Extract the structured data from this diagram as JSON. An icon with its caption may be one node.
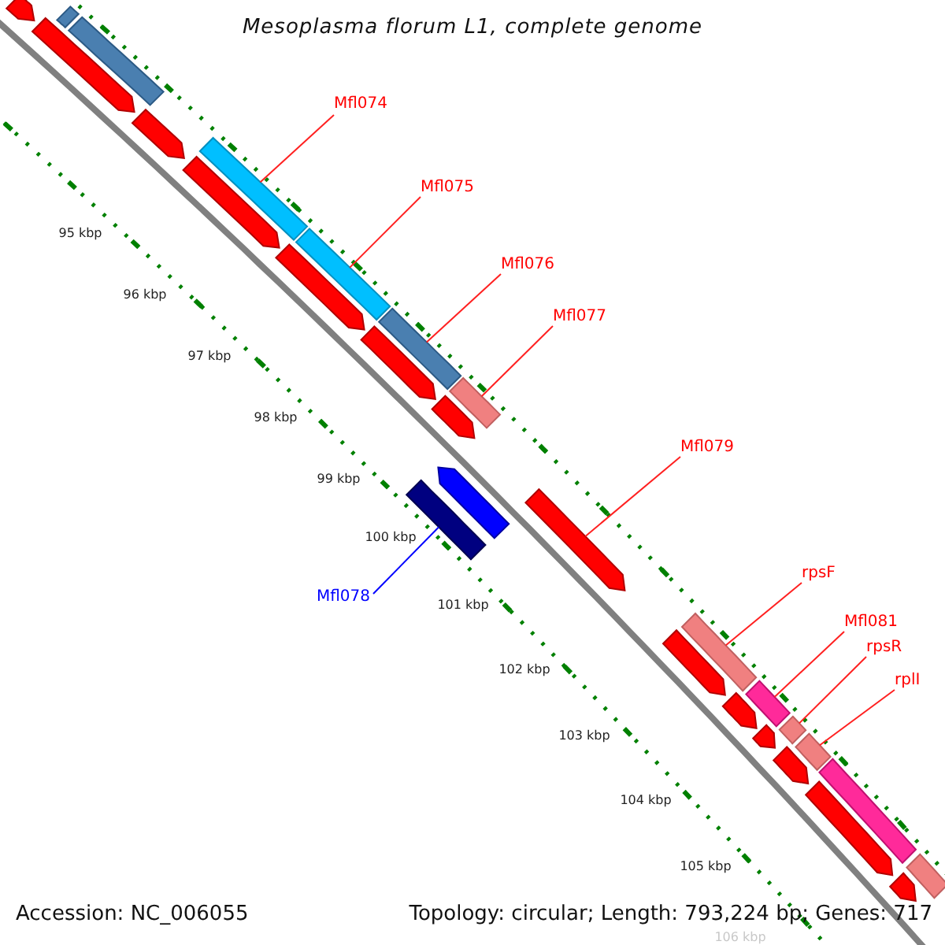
{
  "diagram": {
    "title": "Mesoplasma florum L1, complete genome",
    "nodes": [
      {
        "text": [
          "Mfl074"
        ]
      },
      {
        "text": [
          "Mfl075"
        ]
      },
      {
        "text": [
          "Mfl076"
        ]
      },
      {
        "text": [
          "Mfl077"
        ]
      },
      {
        "text": [
          "Mfl079"
        ]
      },
      {
        "text": [
          "rpsF"
        ]
      },
      {
        "text": [
          "Mfl078"
        ]
      },
      {
        "text": [
          "Mfl081"
        ]
      },
      {
        "text": [
          "rpsR"
        ]
      },
      {
        "text": [
          "rplI"
        ]
      },
      {
        "text": [],
        "shape": "bar"
      },
      {
        "text": [],
        "shape": "bar"
      },
      {
        "text": [],
        "shape": "bar"
      },
      {
        "text": [],
        "shape": "bar"
      },
      {
        "text": [],
        "shape": "arrow"
      },
      {
        "text": [],
        "shape": "bar"
      },
      {
        "text": [],
        "shape": "bar"
      },
      {
        "text": [],
        "shape": "bar"
      },
      {
        "text": [],
        "shape": "bar"
      },
      {
        "text": [],
        "shape": "bar"
      },
      {
        "text": [],
        "shape": "arrow"
      },
      {
        "text": [],
        "shape": "arrow"
      },
      {
        "text": [],
        "shape": "arrow"
      },
      {
        "text": [],
        "shape": "arrow"
      },
      {
        "text": [],
        "shape": "arrow"
      },
      {
        "text": [],
        "shape": "arrow"
      },
      {
        "text": [],
        "shape": "arrow"
      },
      {
        "text": [],
        "shape": "arrow"
      },
      {
        "text": [],
        "shape": "arrow"
      },
      {
        "text": [],
        "shape": "arrow"
      },
      {
        "text": [],
        "shape": "arrow"
      },
      {
        "text": [],
        "shape": "arrow"
      },
      {
        "text": [],
        "shape": "arrow"
      },
      {
        "text": [],
        "shape": "bar"
      },
      {
        "text": [],
        "shape": "bar"
      },
      {
        "text": [],
        "shape": "arrow"
      },
      {
        "text": [],
        "shape": "bar"
      },
      {
        "text": [],
        "shape": "bar"
      }
    ],
    "edges": [
      {
        "from": 0,
        "to": 10,
        "arrow": "none"
      },
      {
        "from": 1,
        "to": 11,
        "arrow": "none"
      },
      {
        "from": 2,
        "to": 12,
        "arrow": "none"
      },
      {
        "from": 3,
        "to": 13,
        "arrow": "none"
      },
      {
        "from": 4,
        "to": 14,
        "arrow": "none"
      },
      {
        "from": 5,
        "to": 15,
        "arrow": "none"
      },
      {
        "from": 6,
        "to": 16,
        "arrow": "none",
        "color": "#0000ff"
      },
      {
        "from": 7,
        "to": 17,
        "arrow": "none"
      },
      {
        "from": 8,
        "to": 18,
        "arrow": "none"
      },
      {
        "from": 9,
        "to": 19,
        "arrow": "none"
      }
    ],
    "labels": [
      "95 kbp",
      "96 kbp",
      "97 kbp",
      "98 kbp",
      "99 kbp",
      "100 kbp",
      "101 kbp",
      "102 kbp",
      "103 kbp",
      "104 kbp",
      "105 kbp",
      "106 kbp",
      "Accession: NC_006055",
      "Topology: circular; Length: 793,224 bp; Genes: 717"
    ]
  }
}
